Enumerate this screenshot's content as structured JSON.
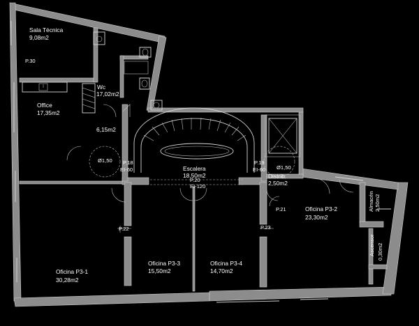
{
  "rooms": {
    "sala_tecnica": {
      "name": "Sala Técnica",
      "area": "9,08m2"
    },
    "wc": {
      "name": "Wc",
      "area": "17,02m2"
    },
    "office": {
      "name": "Office",
      "area": "17,35m2"
    },
    "hall": {
      "area": "6,15m2"
    },
    "escalera": {
      "name": "Escalera",
      "area": "18,50m2"
    },
    "distrib": {
      "name": "Distrib.",
      "area": "2,50m2"
    },
    "oficina_p3_1": {
      "name": "Oficina P3-1",
      "area": "30,28m2"
    },
    "oficina_p3_2": {
      "name": "Oficina P3-2",
      "area": "23,30m2"
    },
    "oficina_p3_3": {
      "name": "Oficina P3-3",
      "area": "15,50m2"
    },
    "oficina_p3_4": {
      "name": "Oficina P3-4",
      "area": "14,70m2"
    },
    "almacen": {
      "name": "Almacén",
      "area": "2,50m2"
    },
    "ascensor": {
      "name": "Ascensor",
      "area": "0,30m2"
    }
  },
  "doors": {
    "p30": "P.30",
    "p18": "P.18",
    "p18_rating": "EI-60",
    "p19": "P.19",
    "p19_rating": "EI-60",
    "p20": "P.20",
    "p20_rating": "EI-120",
    "p21": "P.21",
    "p22": "P.22",
    "p23": "P.23"
  },
  "turning_circles": {
    "left": "Ø1,50",
    "right": "Ø1,50"
  }
}
